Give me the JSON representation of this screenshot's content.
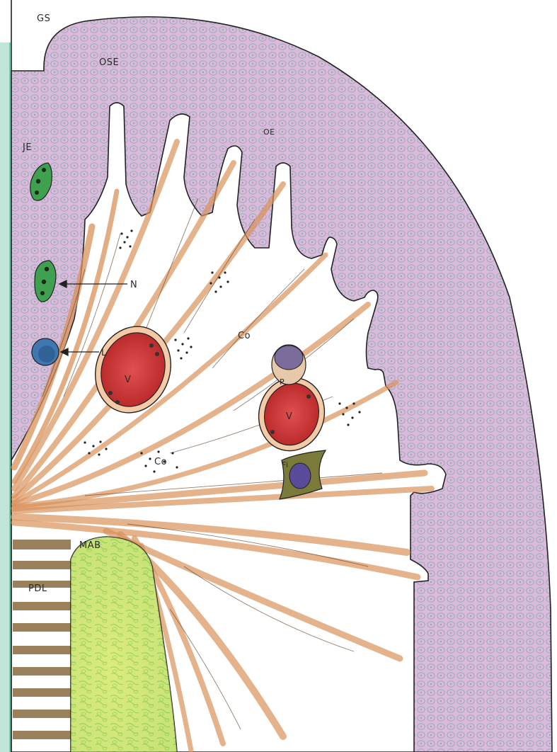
{
  "labels": {
    "gs": "GS",
    "ose": "OSE",
    "oe": "OE",
    "je": "JE",
    "n": "N",
    "l": "L",
    "co_upper": "Co",
    "co_lower": "Co",
    "v_left": "V",
    "v_right": "V",
    "p": "P",
    "fi": "Fi",
    "mab": "MAB",
    "pdl": "PDL"
  },
  "colors": {
    "epithelium": "#dcb8dc",
    "epithelium_cells": "#7fb2a8",
    "collagen": "#d9915a",
    "vessel": "#d63a3a",
    "vessel_rim": "#f3c9a6",
    "pericyte": "#7c6c9c",
    "fibroblast": "#7a7a3a",
    "fibroblast_nucleus": "#5a4a9a",
    "lymphocyte": "#3f77b0",
    "neutrophil": "#3fa050",
    "bone": "#c9e37a",
    "bone_pattern": "#6fbf4a",
    "ligament": "#8a6a40",
    "tooth_edge": "#4fbf9f"
  }
}
